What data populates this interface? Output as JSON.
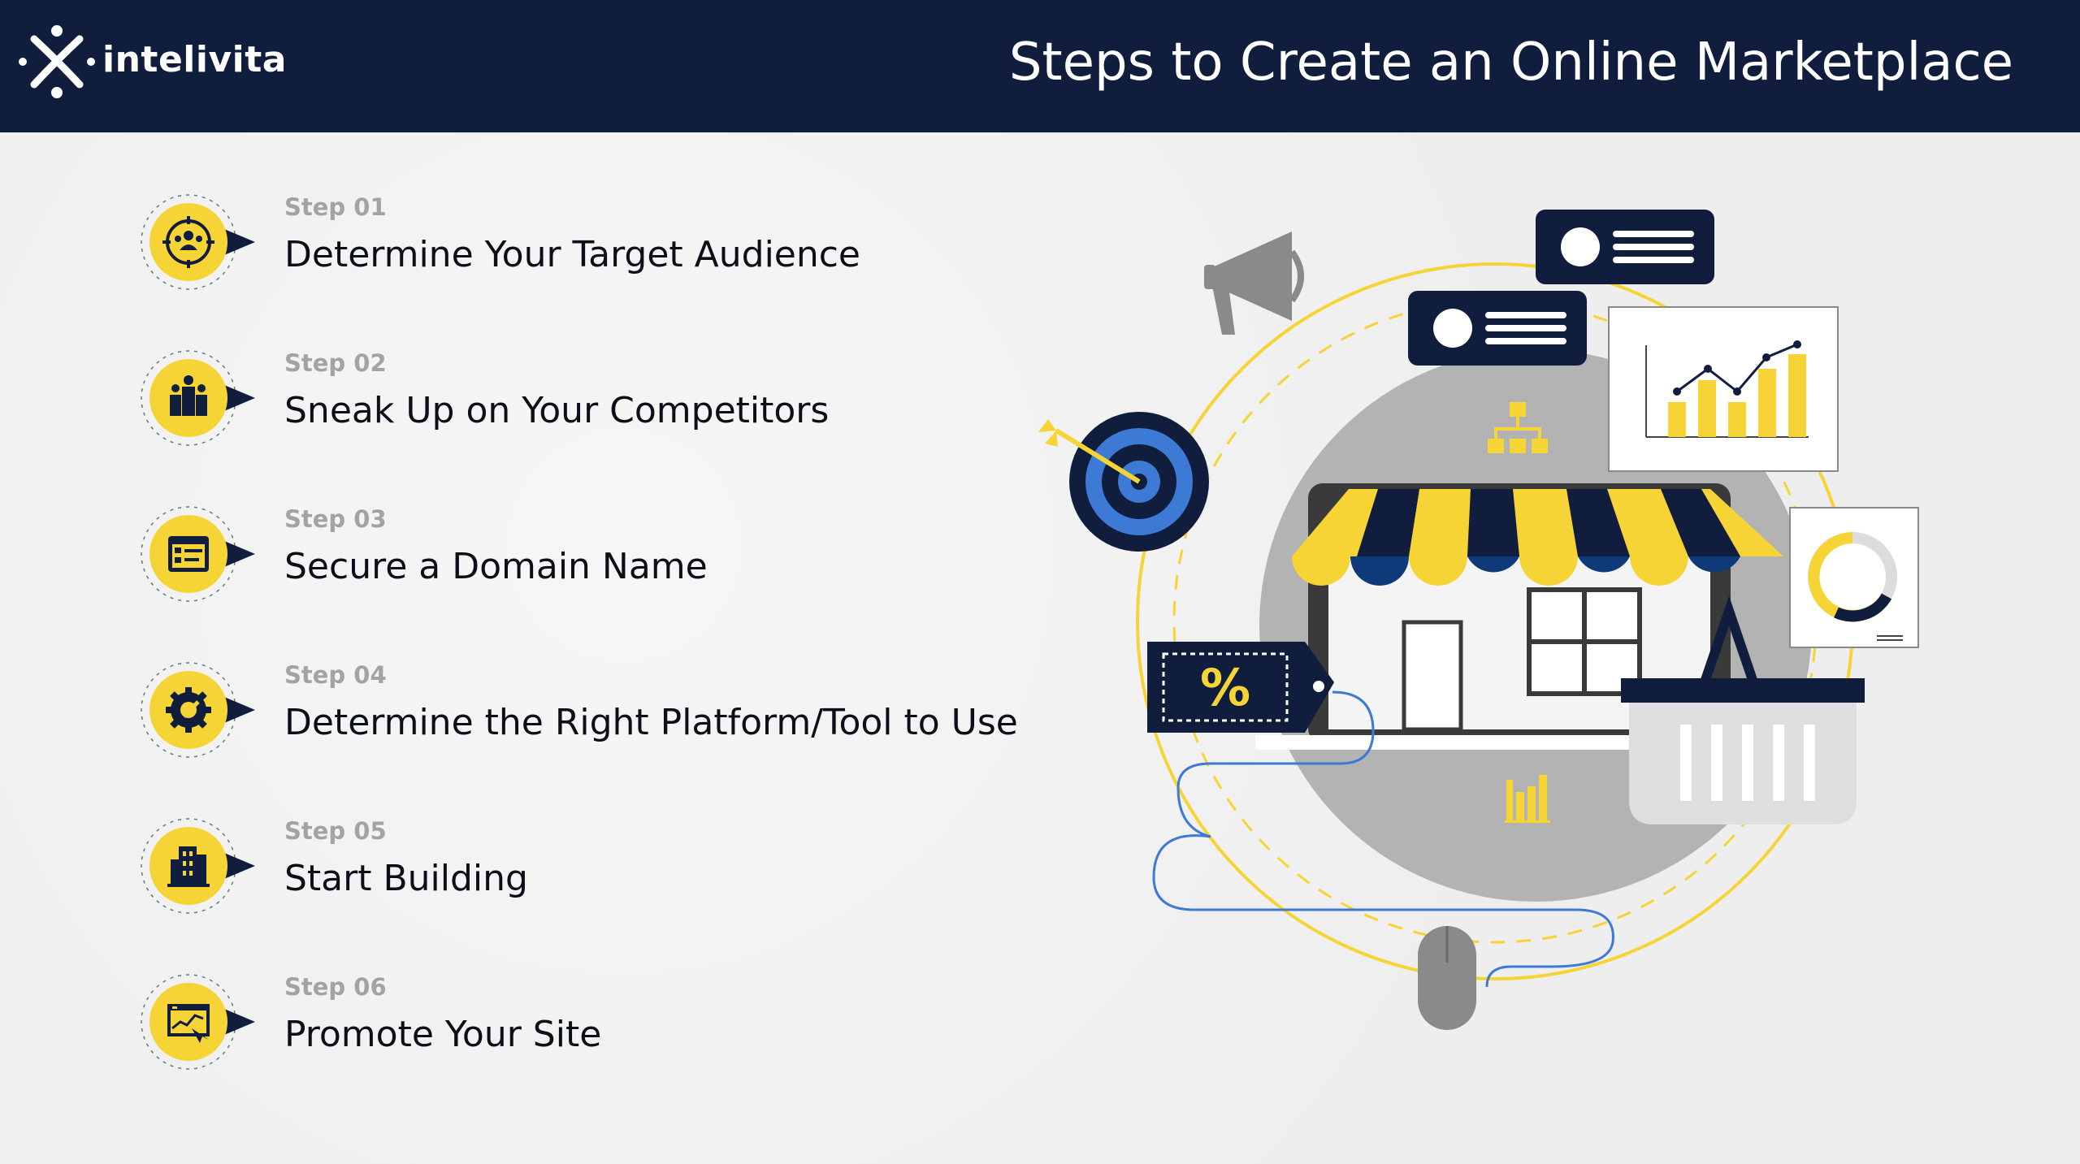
{
  "brand": {
    "name": "intelivita"
  },
  "title": "Steps to Create an Online Marketplace",
  "colors": {
    "navy": "#101d3d",
    "yellow": "#f7d436",
    "blue": "#3d7ad6",
    "gray": "#b3b3b3"
  },
  "steps": [
    {
      "label": "Step 01",
      "title": "Determine Your Target Audience",
      "icon": "target-audience-icon"
    },
    {
      "label": "Step 02",
      "title": "Sneak Up on Your Competitors",
      "icon": "competitors-podium-icon"
    },
    {
      "label": "Step 03",
      "title": "Secure a Domain Name",
      "icon": "domain-com-icon"
    },
    {
      "label": "Step 04",
      "title": "Determine the Right Platform/Tool to Use",
      "icon": "gear-wrench-icon"
    },
    {
      "label": "Step 05",
      "title": "Start Building",
      "icon": "building-icon"
    },
    {
      "label": "Step 06",
      "title": "Promote Your Site",
      "icon": "promote-screen-icon"
    }
  ],
  "illustration": {
    "tag_symbol": "%",
    "parts": [
      "megaphone-icon",
      "dartboard-icon",
      "chat-bubble-icon",
      "line-bar-chart-card",
      "donut-chart-card",
      "storefront-awning",
      "shopping-basket-icon",
      "price-tag-icon",
      "computer-mouse-icon",
      "org-chart-icon",
      "mini-bar-chart-icon"
    ]
  }
}
